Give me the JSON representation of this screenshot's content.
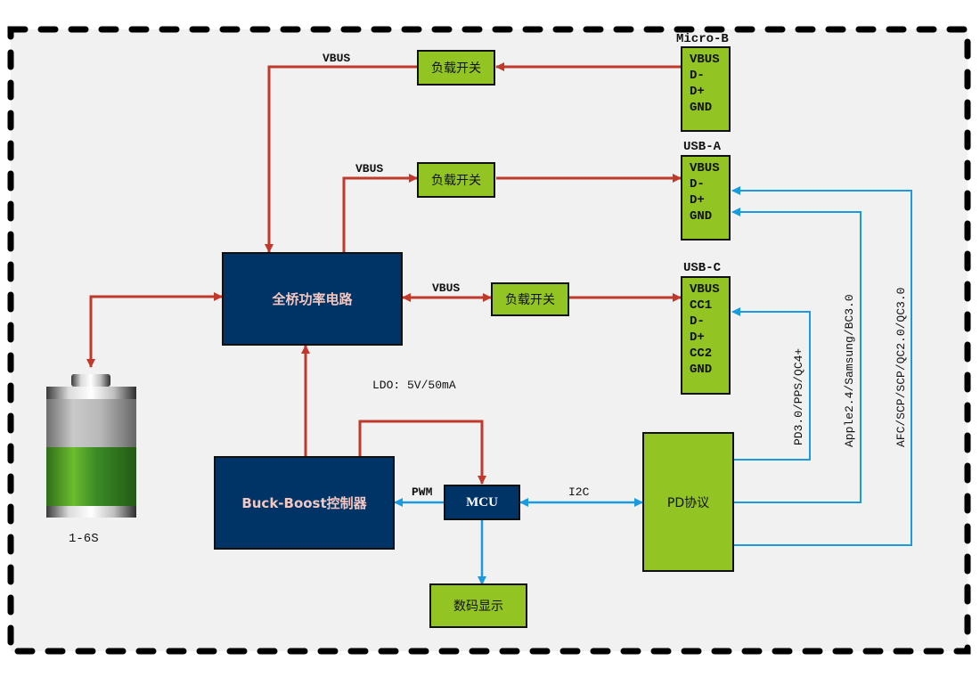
{
  "diagram": {
    "colors": {
      "power_line": "#c0392b",
      "signal_line": "#1a9be0",
      "navy_block": "#003366",
      "green_block": "#92c424",
      "frame_dash": "#000000",
      "background": "#f1f1f1"
    },
    "blocks": {
      "full_bridge": "全桥功率电路",
      "buck_boost": "Buck-Boost控制器",
      "mcu": "MCU",
      "pd_protocol": "PD协议",
      "digital_display": "数码显示",
      "load_switch_1": "负载开关",
      "load_switch_2": "负载开关",
      "load_switch_3": "负载开关"
    },
    "battery": {
      "label": "1-6S",
      "charge_level_fraction": 0.55
    },
    "ports": {
      "micro_b": {
        "title": "Micro-B",
        "pins": [
          "VBUS",
          "D-",
          "D+",
          "GND"
        ]
      },
      "usb_a": {
        "title": "USB-A",
        "pins": [
          "VBUS",
          "D-",
          "D+",
          "GND"
        ]
      },
      "usb_c": {
        "title": "USB-C",
        "pins": [
          "VBUS",
          "CC1",
          "D-",
          "D+",
          "CC2",
          "GND"
        ]
      }
    },
    "line_labels": {
      "vbus_1": "VBUS",
      "vbus_2": "VBUS",
      "vbus_3": "VBUS",
      "ldo": "LDO: 5V/50mA",
      "pwm": "PWM",
      "i2c": "I2C",
      "protocol_c": "PD3.0/PPS/QC4+",
      "protocol_a_dp": "Apple2.4/Samsung/BC3.0",
      "protocol_a_dm": "AFC/SCP/SCP/QC2.0/QC3.0"
    }
  }
}
